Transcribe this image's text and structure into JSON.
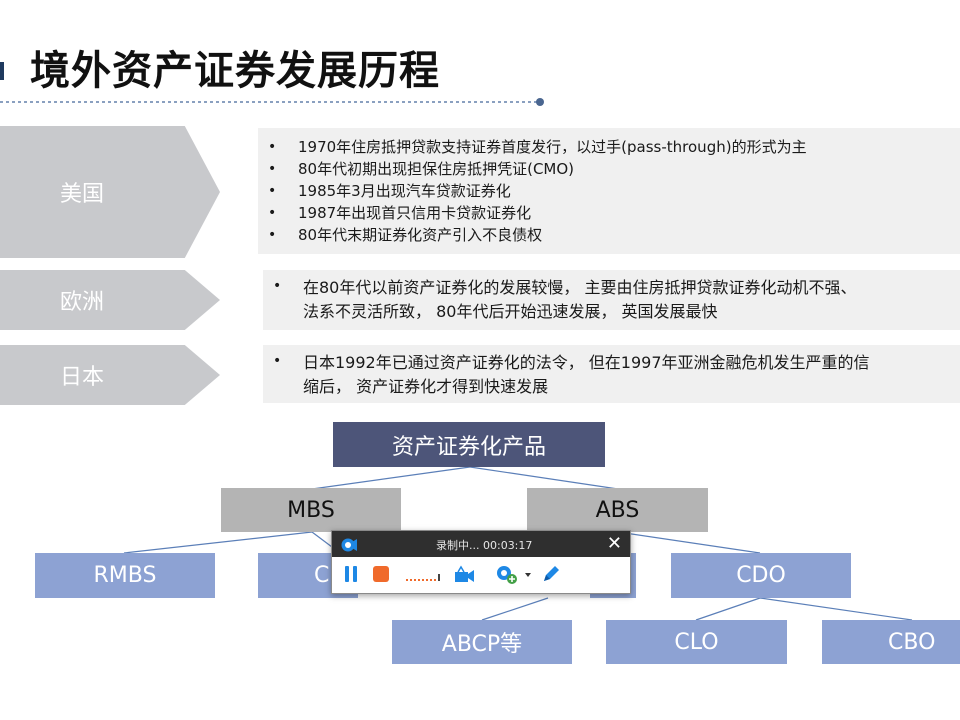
{
  "slide": {
    "title": "境外资产证券发展历程"
  },
  "regions": [
    {
      "label": "美国",
      "bullets": [
        "1970年住房抵押贷款支持证券首度发行，以过手(pass-through)的形式为主",
        "80年代初期出现担保住房抵押凭证(CMO)",
        "1985年3月出现汽车贷款证券化",
        "1987年出现首只信用卡贷款证券化",
        "80年代末期证券化资产引入不良债权"
      ]
    },
    {
      "label": "欧洲",
      "lines": [
        "在80年代以前资产证券化的发展较慢，  主要由住房抵押贷款证券化动机不强、",
        "法系不灵活所致，  80年代后开始迅速发展，  英国发展最快"
      ]
    },
    {
      "label": "日本",
      "lines": [
        "日本1992年已通过资产证券化的法令，   但在1997年亚洲金融危机发生严重的信",
        "缩后，  资产证券化才得到快速发展"
      ]
    }
  ],
  "tree": {
    "root": "资产证券化产品",
    "mbs": "MBS",
    "abs": "ABS",
    "rmbs": "RMBS",
    "cmbs_partial": "C",
    "cdo": "CDO",
    "abcp": "ABCP等",
    "clo": "CLO",
    "cbo": "CBO"
  },
  "recorder": {
    "status": "录制中... 00:03:17",
    "close_glyph": "✕",
    "colors": {
      "titlebar": "#2f2f2f",
      "accent": "#1e88e5",
      "stop": "#f06a2b"
    }
  },
  "colors": {
    "chevron": "#c8c9cc",
    "text_box": "#f0f0f0",
    "root_node": "#4d5579",
    "mid_node": "#b4b4b4",
    "leaf_node": "#8da2d3",
    "connector": "#5b7fb8"
  }
}
